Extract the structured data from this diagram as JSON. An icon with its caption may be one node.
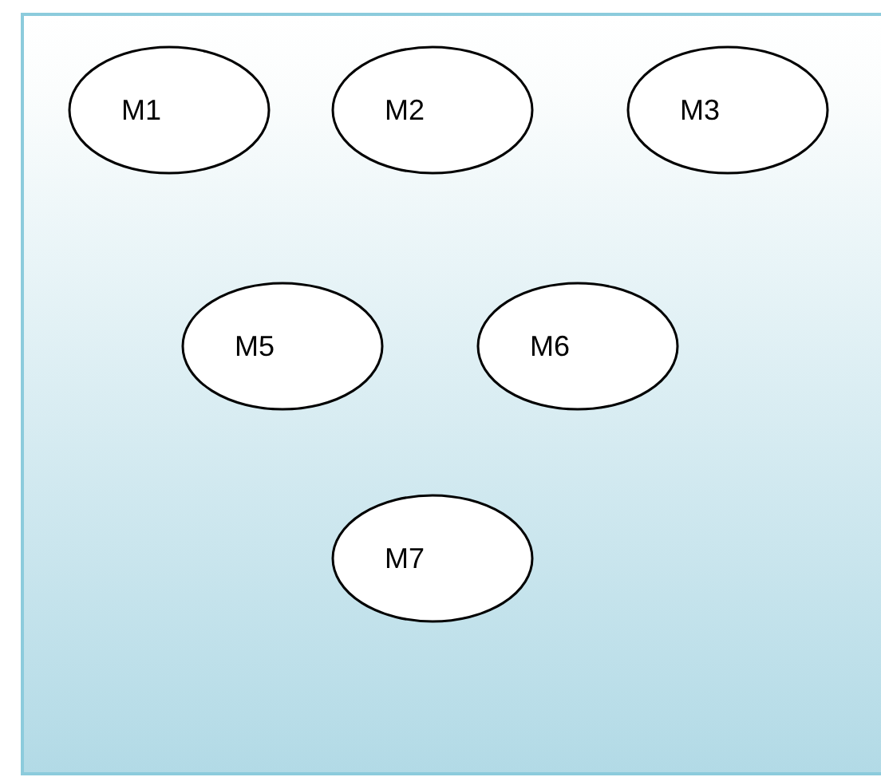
{
  "diagram": {
    "nodes": [
      {
        "text": [
          "M1"
        ]
      },
      {
        "text": [
          "M2"
        ]
      },
      {
        "text": [
          "M3"
        ]
      },
      {
        "text": [
          "M5"
        ]
      },
      {
        "text": [
          "M6"
        ]
      },
      {
        "text": [
          "M7"
        ]
      }
    ]
  }
}
